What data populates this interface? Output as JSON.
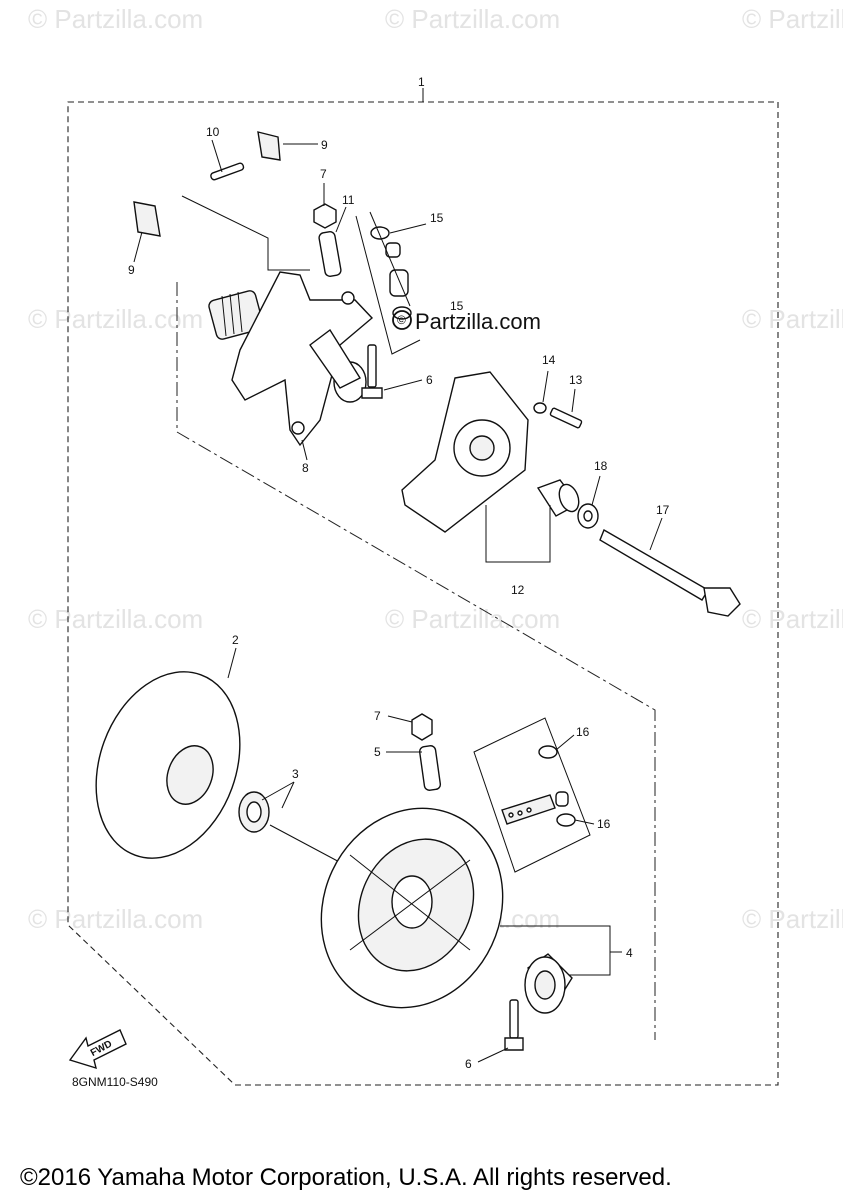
{
  "watermark": {
    "text": "© Partzilla.com"
  },
  "brand": {
    "text": "Partzilla.com",
    "logo_glyph": "©"
  },
  "diagram": {
    "code": "8GNM110-S490",
    "fwd_label": "FWD",
    "callouts": {
      "c1": "1",
      "c2": "2",
      "c3": "3",
      "c4": "4",
      "c5": "5",
      "c6a": "6",
      "c6b": "6",
      "c7a": "7",
      "c7b": "7",
      "c8": "8",
      "c9a": "9",
      "c9b": "9",
      "c10": "10",
      "c11": "11",
      "c12": "12",
      "c13": "13",
      "c14": "14",
      "c15a": "15",
      "c15b": "15",
      "c16a": "16",
      "c16b": "16",
      "c17": "17",
      "c18": "18"
    }
  },
  "footer": {
    "copyright": "©2016 Yamaha Motor Corporation, U.S.A. All rights reserved."
  }
}
